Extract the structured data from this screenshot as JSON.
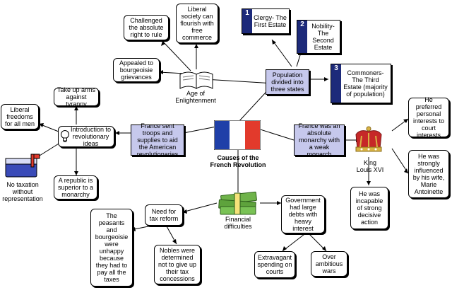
{
  "nodes": {
    "center": "Causes of the French Revolution",
    "age_of_enlightenment": "Age of Enlightenment",
    "challenged_absolute": "Challenged the absolute right to rule",
    "liberal_society": "Liberal society can flourish with free commerce",
    "appealed_bourgeoisie": "Appealed to bourgeoisie grievances",
    "population_divided": "Population divided into three states",
    "clergy": "Clergy- The First Estate",
    "nobility": "Nobility- The Second Estate",
    "commoners": "Commoners- The Third Estate (majority of population)",
    "france_sent_troops": "France sent troops and supplies to aid the American revolutionaries",
    "introduction_ideas": "Introduction to revolutionary ideas",
    "take_up_arms": "Take up arms against tyranny",
    "liberal_freedoms": "Liberal freedoms for all men",
    "republic_superior": "A republic is superior to a monarchy",
    "no_taxation": "No taxation without representation",
    "absolute_monarchy": "France was an absolute monarchy with a weak monarch",
    "king_louis": "King Louis XVI",
    "preferred_personal": "He preferred personal interests to court interests",
    "influenced_wife": "He was strongly influenced by his wife, Marie Antoinette",
    "incapable": "He was incapable of strong decisive action",
    "financial_difficulties": "Financial difficulties",
    "need_tax_reform": "Need for tax reform",
    "peasants_unhappy": "The peasants and bourgeoisie were unhappy because they had to pay all the taxes",
    "nobles_determined": "Nobles were determined not to give up their tax concessions",
    "government_debts": "Government had large debts with heavy interest",
    "extravagant_spending": "Extravagant spending on courts",
    "over_ambitious": "Over ambitious wars"
  },
  "estate_numbers": {
    "clergy": "1",
    "nobility": "2",
    "commoners": "3"
  },
  "icons": [
    "book-icon",
    "flag-icon",
    "crown-icon",
    "money-icon",
    "lightbulb-icon",
    "mailbox-icon"
  ],
  "colors": {
    "blue_box": "#c6c8ec",
    "estate_bar": "#1d2a7a",
    "flag_blue": "#1f3fa8",
    "flag_red": "#e23a2c"
  }
}
